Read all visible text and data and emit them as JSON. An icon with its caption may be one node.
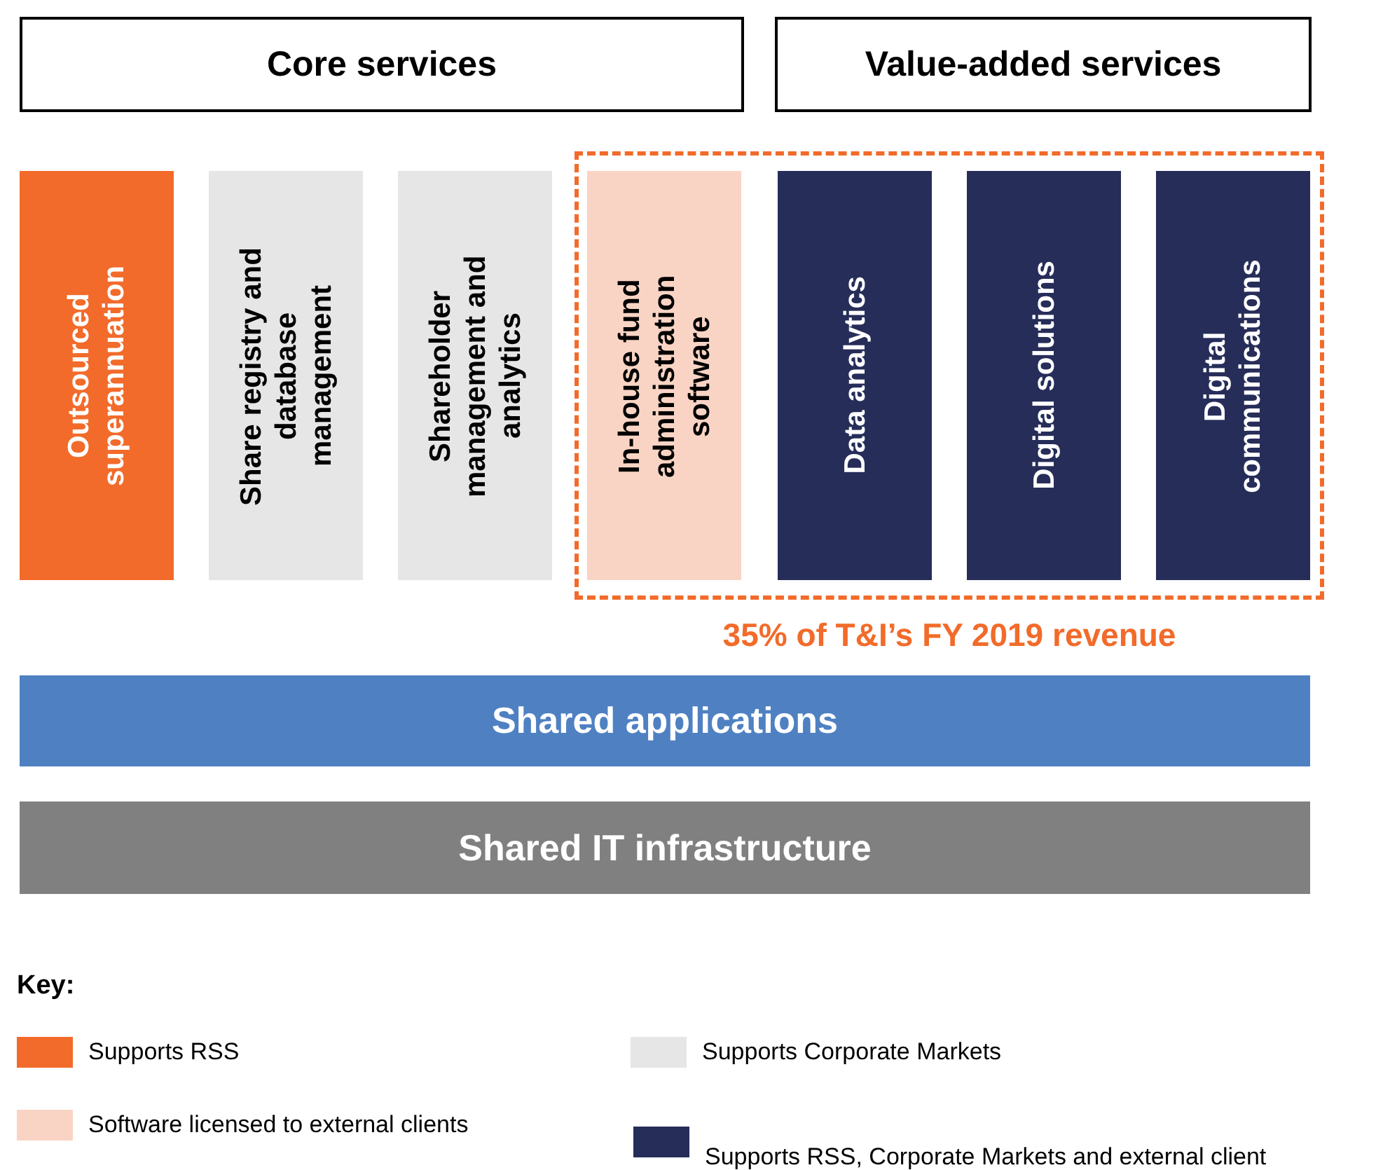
{
  "diagram": {
    "nodes": [
      {
        "text": [
          "Core services"
        ]
      },
      {
        "text": [
          "Value-added services"
        ]
      },
      {
        "text": [
          "Outsourced superannuation"
        ]
      },
      {
        "text": [
          "Share registry and database management"
        ]
      },
      {
        "text": [
          "Shareholder management and analytics"
        ]
      },
      {
        "text": [
          "35% of T&I’s FY 2019 revenue"
        ]
      },
      {
        "text": [
          "In-house fund administration software"
        ],
        "in": 5
      },
      {
        "text": [
          "Data analytics"
        ],
        "in": 5
      },
      {
        "text": [
          "Digital solutions"
        ],
        "in": 5
      },
      {
        "text": [
          "Digital communications"
        ],
        "in": 5
      },
      {
        "text": [
          "Shared applications"
        ]
      },
      {
        "text": [
          "Shared IT infrastructure"
        ]
      }
    ],
    "labels": [
      "Key:"
    ],
    "legend": [
      {
        "text": "Supports RSS",
        "color": "#f26b2a"
      },
      {
        "text": "Supports Corporate Markets",
        "color": "#e6e6e6"
      },
      {
        "text": "Software licensed to external clients",
        "color": "#f9d4c4"
      },
      {
        "text": "Supports RSS, Corporate Markets and external client",
        "color": "#262d59"
      }
    ]
  }
}
